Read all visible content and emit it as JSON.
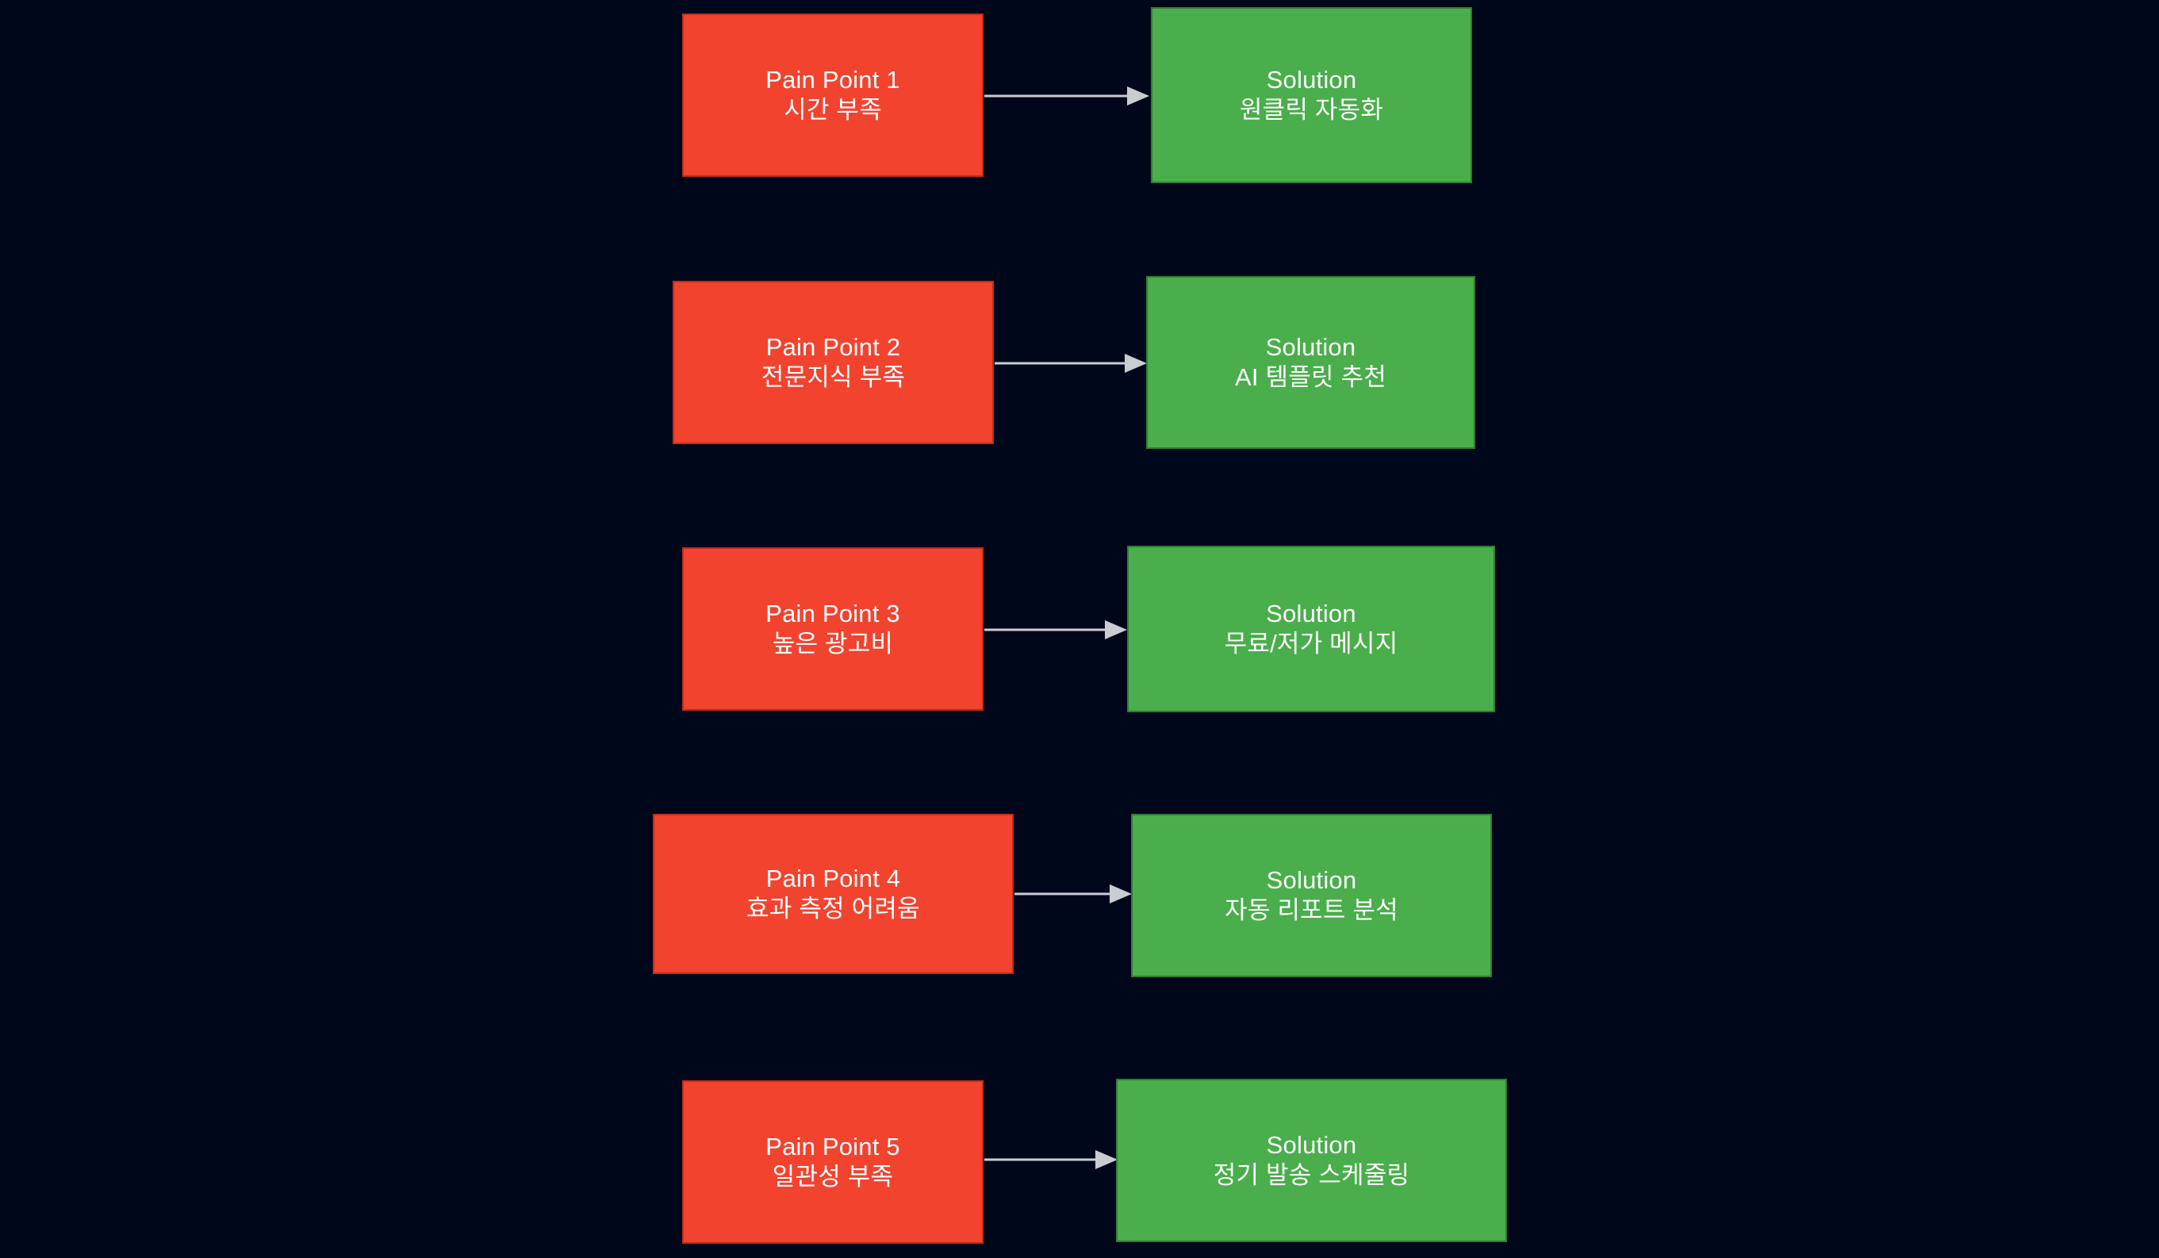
{
  "diagram": {
    "type": "flowchart",
    "orientation": "left-to-right pairs",
    "background_color": "#01071a",
    "pain_color": "#f2432f",
    "pain_border_color": "#c42a1c",
    "solution_color": "#49ae4b",
    "solution_border_color": "#2e7d32",
    "arrow_color": "#c9ccd1",
    "text_color": "#ffffff",
    "rows": [
      {
        "pain": {
          "title": "Pain Point 1",
          "detail": "시간 부족"
        },
        "solution": {
          "title": "Solution",
          "detail": "원클릭 자동화"
        },
        "arrow": "arrow-right"
      },
      {
        "pain": {
          "title": "Pain Point 2",
          "detail": "전문지식 부족"
        },
        "solution": {
          "title": "Solution",
          "detail": "AI 템플릿 추천"
        },
        "arrow": "arrow-right"
      },
      {
        "pain": {
          "title": "Pain Point 3",
          "detail": "높은 광고비"
        },
        "solution": {
          "title": "Solution",
          "detail": "무료/저가 메시지"
        },
        "arrow": "arrow-right"
      },
      {
        "pain": {
          "title": "Pain Point 4",
          "detail": "효과 측정 어려움"
        },
        "solution": {
          "title": "Solution",
          "detail": "자동 리포트 분석"
        },
        "arrow": "arrow-right"
      },
      {
        "pain": {
          "title": "Pain Point 5",
          "detail": "일관성 부족"
        },
        "solution": {
          "title": "Solution",
          "detail": "정기 발송 스케줄링"
        },
        "arrow": "arrow-right"
      }
    ]
  }
}
